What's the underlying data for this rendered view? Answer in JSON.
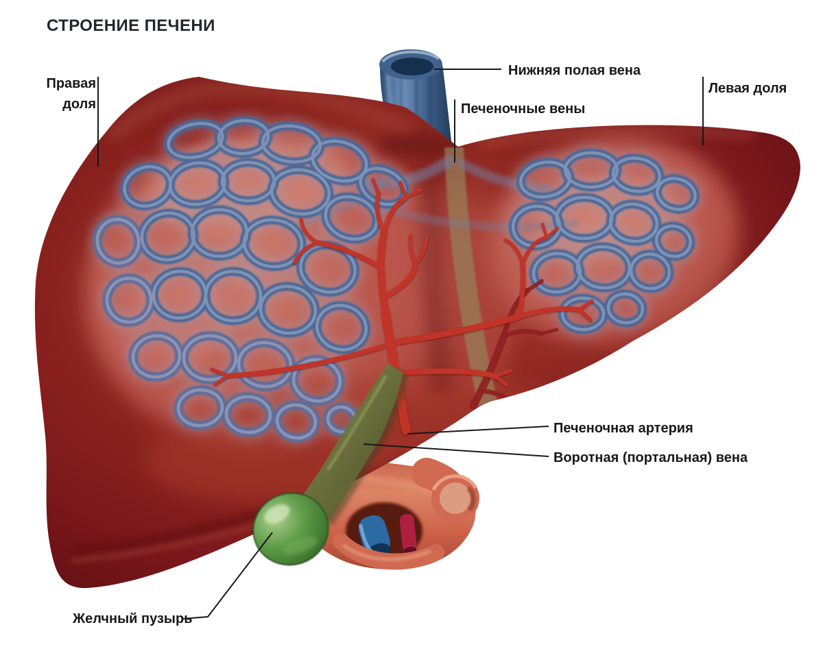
{
  "title": "СТРОЕНИЕ ПЕЧЕНИ",
  "labels": {
    "right_lobe": "Правая\nдоля",
    "inferior_vena_cava": "Нижняя полая вена",
    "hepatic_veins": "Печеночные вены",
    "left_lobe": "Левая доля",
    "hepatic_artery": "Печеночная артерия",
    "portal_vein": "Воротная (портальная) вена",
    "gallbladder": "Желчный пузырь"
  },
  "structures": [
    {
      "name": "liver",
      "label_ref": "right_lobe / left_lobe",
      "color": "#7a1518"
    },
    {
      "name": "inferior-vena-cava",
      "label_ref": "inferior_vena_cava",
      "color": "#46688f"
    },
    {
      "name": "hepatic-veins-network",
      "label_ref": "hepatic_veins",
      "color": "#4a6898"
    },
    {
      "name": "hepatic-artery-tree",
      "label_ref": "hepatic_artery",
      "color": "#c23428"
    },
    {
      "name": "portal-vein-tube",
      "label_ref": "portal_vein",
      "color": "#cd6950"
    },
    {
      "name": "gallbladder-sac",
      "label_ref": "gallbladder",
      "color": "#4f9140"
    }
  ],
  "colors": {
    "background": "#ffffff",
    "text": "#17181a",
    "leader_line": "#17181a",
    "liver_dark": "#5d0e11",
    "liver_mid": "#8b241f",
    "liver_light": "#a03a31",
    "window_pink": "#c97c6f",
    "vein_blue": "#4a6898",
    "vein_blue_light": "#9fb4d2",
    "hepatic_vein_gray": "#767b9c",
    "artery_red": "#c23428",
    "artery_dark": "#8e2020",
    "vena_cava_blue": "#46688f",
    "portal_salmon": "#cd6950",
    "gallbladder_green": "#4f9140",
    "gallbladder_olive": "#6e7a40",
    "ligament_tan": "#97825a"
  }
}
